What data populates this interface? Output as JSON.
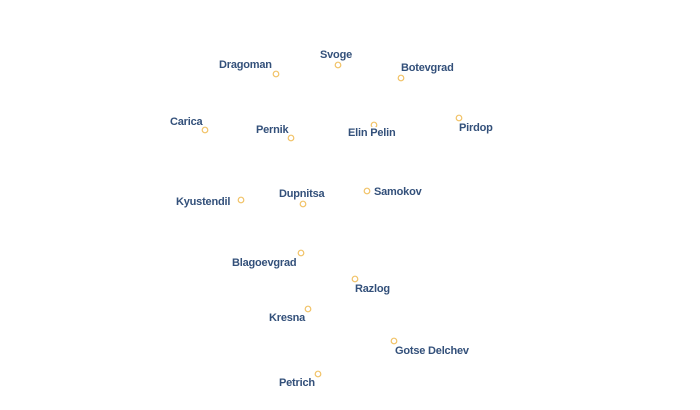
{
  "map": {
    "colors": {
      "marker": "#f1c266",
      "label": "#33507a",
      "halo": "#ffffff",
      "background": "#ffffff"
    },
    "cities": [
      {
        "name": "Dragoman"
      },
      {
        "name": "Svoge"
      },
      {
        "name": "Botevgrad"
      },
      {
        "name": "Carica"
      },
      {
        "name": "Pernik"
      },
      {
        "name": "Elin Pelin"
      },
      {
        "name": "Pirdop"
      },
      {
        "name": "Kyustendil"
      },
      {
        "name": "Dupnitsa"
      },
      {
        "name": "Samokov"
      },
      {
        "name": "Blagoevgrad"
      },
      {
        "name": "Razlog"
      },
      {
        "name": "Kresna"
      },
      {
        "name": "Gotse Delchev"
      },
      {
        "name": "Petrich"
      }
    ]
  }
}
